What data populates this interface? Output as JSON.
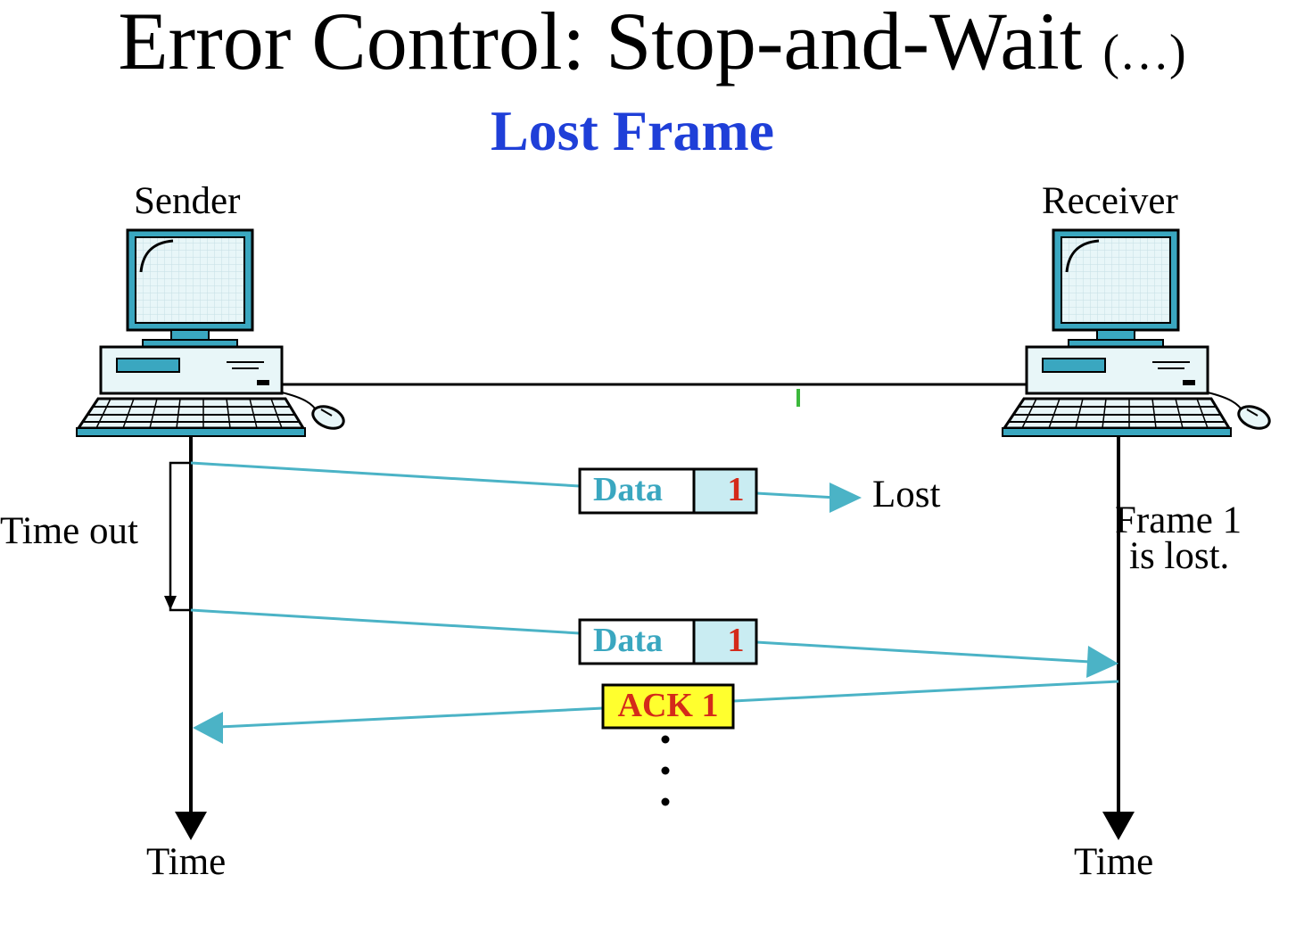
{
  "title": {
    "main": "Error Control: Stop-and-Wait",
    "suffix": "(…)"
  },
  "subtitle": "Lost Frame",
  "nodes": {
    "sender": "Sender",
    "receiver": "Receiver"
  },
  "axis": {
    "sender_time": "Time",
    "receiver_time": "Time"
  },
  "annotations": {
    "timeout": "Time out",
    "lost": "Lost",
    "frame_lost_line1": "Frame 1",
    "frame_lost_line2": "is lost."
  },
  "frames": [
    {
      "kind": "Data",
      "number": "1",
      "status": "lost"
    },
    {
      "kind": "Data",
      "number": "1",
      "status": "delivered"
    }
  ],
  "ack": {
    "label": "ACK 1"
  },
  "icons": [
    "computer-icon",
    "computer-icon",
    "mouse-icon"
  ],
  "colors": {
    "title": "#000000",
    "subtitle": "#1f3fd8",
    "frame_line": "#4bb3c6",
    "frame_text": "#3aa7c0",
    "frame_fill": "#c9ecf2",
    "frame_number": "#d42a1a",
    "ack_fill": "#ffff2e",
    "ack_text": "#d42a1a",
    "computer_body": "#e8f6f8",
    "computer_accent": "#3aa7c0"
  }
}
